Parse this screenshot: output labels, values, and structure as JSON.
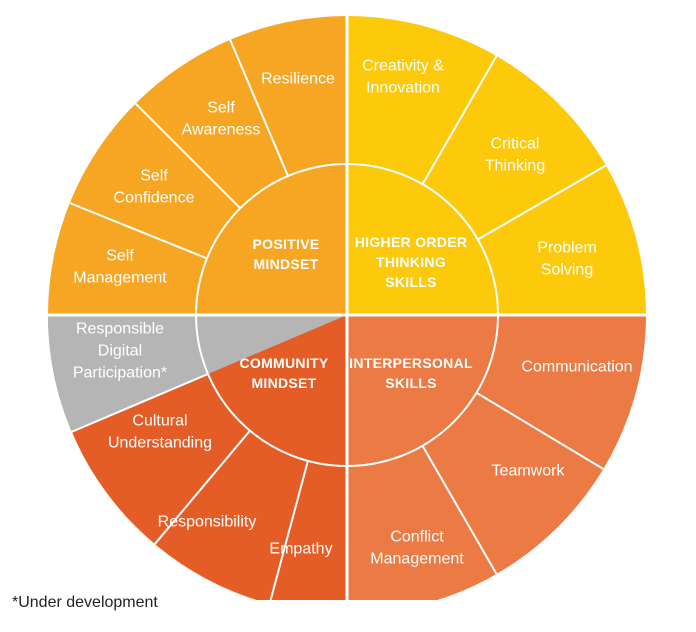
{
  "colors": {
    "positive": "#f6a623",
    "higher": "#fcc90b",
    "community": "#e45d26",
    "interpersonal": "#ec7a44",
    "grey": "#b5b5b5",
    "line": "#ffffff"
  },
  "quadrants": {
    "positive": {
      "title_lines": [
        "POSITIVE",
        "MINDSET"
      ],
      "segments": [
        {
          "label_lines": [
            "Resilience"
          ]
        },
        {
          "label_lines": [
            "Self",
            "Awareness"
          ]
        },
        {
          "label_lines": [
            "Self",
            "Confidence"
          ]
        },
        {
          "label_lines": [
            "Self",
            "Management"
          ]
        }
      ]
    },
    "higher": {
      "title_lines": [
        "HIGHER ORDER",
        "THINKING",
        "SKILLS"
      ],
      "segments": [
        {
          "label_lines": [
            "Creativity &",
            "Innovation"
          ]
        },
        {
          "label_lines": [
            "Critical",
            "Thinking"
          ]
        },
        {
          "label_lines": [
            "Problem",
            "Solving"
          ]
        }
      ]
    },
    "community": {
      "title_lines": [
        "COMMUNITY",
        "MINDSET"
      ],
      "segments": [
        {
          "label_lines": [
            "Responsible",
            "Digital",
            "Participation*"
          ],
          "under_development": true
        },
        {
          "label_lines": [
            "Cultural",
            "Understanding"
          ]
        },
        {
          "label_lines": [
            "Responsibility"
          ]
        },
        {
          "label_lines": [
            "Empathy"
          ]
        }
      ]
    },
    "interpersonal": {
      "title_lines": [
        "INTERPERSONAL",
        "SKILLS"
      ],
      "segments": [
        {
          "label_lines": [
            "Communication"
          ]
        },
        {
          "label_lines": [
            "Teamwork"
          ]
        },
        {
          "label_lines": [
            "Conflict",
            "Management"
          ]
        }
      ]
    }
  },
  "footnote": "*Under development"
}
